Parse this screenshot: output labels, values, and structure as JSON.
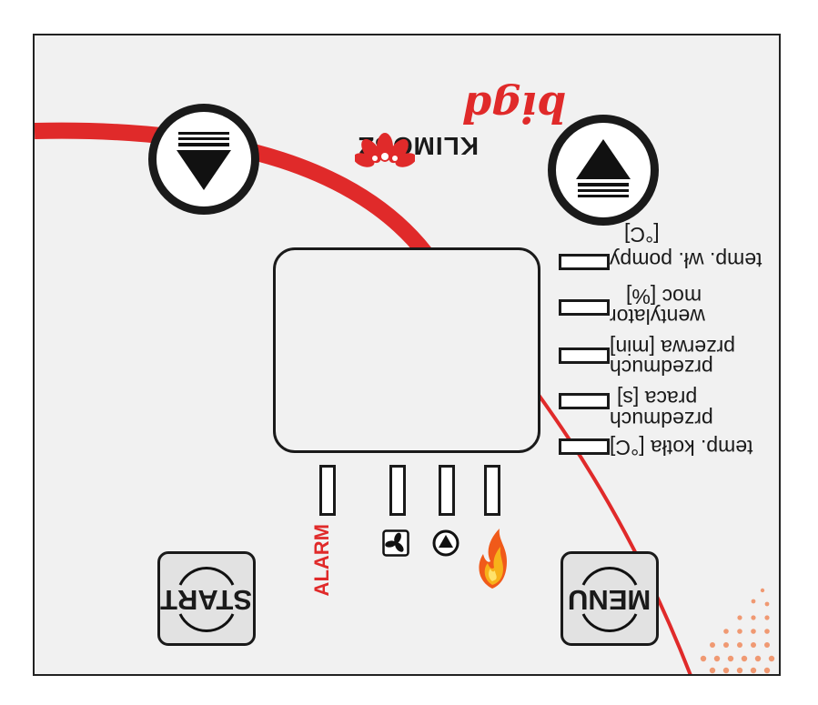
{
  "brand": {
    "name": "KLIMOSZ",
    "model": "bigd",
    "accent_color": "#e02a2a"
  },
  "buttons": {
    "down_icon": "arrow-down-icon",
    "up_icon": "arrow-up-icon",
    "start_label": "START",
    "menu_label": "MENU"
  },
  "indicators": [
    {
      "label": "temp. wł. pompy",
      "unit": "[°C]"
    },
    {
      "label": "wentylator",
      "unit": "moc [%]"
    },
    {
      "label": "przedmuch",
      "unit": "przerwa [min]"
    },
    {
      "label": "przedmuch",
      "unit": "praca [s]"
    },
    {
      "label": "temp. kotła [°C]",
      "unit": ""
    }
  ],
  "status_leds": {
    "alarm_label": "ALARM",
    "fan_icon": "fan-icon",
    "pump_icon": "pump-icon",
    "flame_icon": "flame-icon"
  }
}
